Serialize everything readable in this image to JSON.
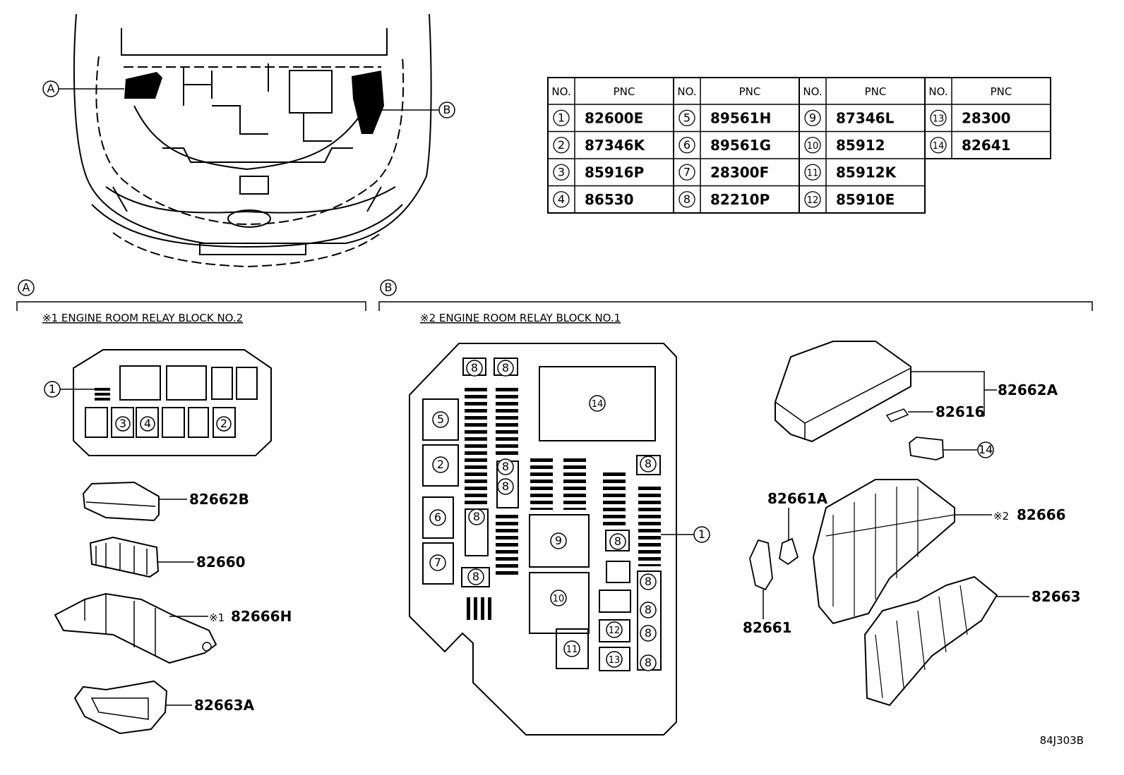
{
  "figure_code": "84J303B",
  "callouts": {
    "A": "A",
    "B": "B"
  },
  "section_a": {
    "marker": "A",
    "title": "※1 ENGINE ROOM RELAY BLOCK NO.2"
  },
  "section_b": {
    "marker": "B",
    "title": "※2 ENGINE ROOM RELAY BLOCK NO.1"
  },
  "table": {
    "header_no": "NO.",
    "header_pnc": "PNC",
    "columns": [
      [
        {
          "no": "1",
          "pnc": "82600E"
        },
        {
          "no": "2",
          "pnc": "87346K"
        },
        {
          "no": "3",
          "pnc": "85916P"
        },
        {
          "no": "4",
          "pnc": "86530"
        }
      ],
      [
        {
          "no": "5",
          "pnc": "89561H"
        },
        {
          "no": "6",
          "pnc": "89561G"
        },
        {
          "no": "7",
          "pnc": "28300F"
        },
        {
          "no": "8",
          "pnc": "82210P"
        }
      ],
      [
        {
          "no": "9",
          "pnc": "87346L"
        },
        {
          "no": "10",
          "pnc": "85912"
        },
        {
          "no": "11",
          "pnc": "85912K"
        },
        {
          "no": "12",
          "pnc": "85910E"
        }
      ],
      [
        {
          "no": "13",
          "pnc": "28300"
        },
        {
          "no": "14",
          "pnc": "82641"
        }
      ]
    ]
  },
  "parts_a": {
    "p82662B": "82662B",
    "p82660": "82660",
    "p82666H_mark": "※1",
    "p82666H": "82666H",
    "p82663A": "82663A"
  },
  "parts_b": {
    "p82662A": "82662A",
    "p82616": "82616",
    "p82661A": "82661A",
    "p82666_mark": "※2",
    "p82666": "82666",
    "p82661": "82661",
    "p82663": "82663"
  },
  "block_a_labels": {
    "c1": "1",
    "c2": "2",
    "c3": "3",
    "c4": "4"
  },
  "block_b_labels": {
    "c1": "1",
    "c2": "2",
    "c5": "5",
    "c6": "6",
    "c7": "7",
    "c8": "8",
    "c9": "9",
    "c10": "10",
    "c11": "11",
    "c12": "12",
    "c13": "13",
    "c14": "14"
  }
}
